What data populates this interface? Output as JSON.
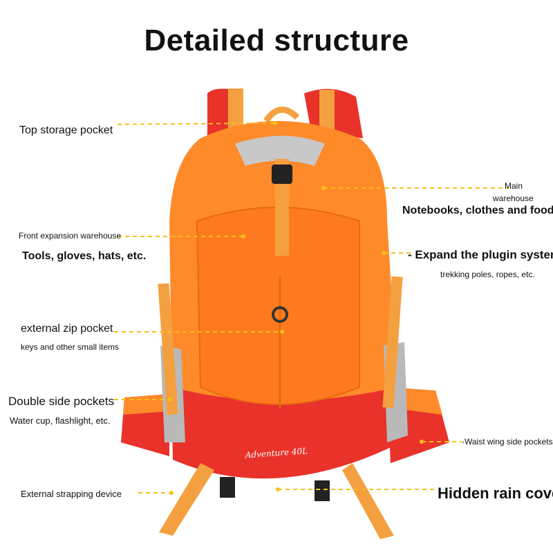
{
  "title": "Detailed structure",
  "product": {
    "name": "hiking backpack",
    "model_text": "Adventure 40L",
    "colors": {
      "main": "#ff8a2a",
      "accent": "#e8322a",
      "strap": "#f5a040",
      "gray": "#b9b9b9",
      "leader": "#f2c21b"
    }
  },
  "labels": {
    "top_pocket": "Top storage pocket",
    "main_warehouse_1": "Main",
    "main_warehouse_2": "warehouse",
    "main_warehouse_sub": "Notebooks, clothes and food",
    "front_expansion": "Front expansion warehouse",
    "front_expansion_sub": "Tools, gloves, hats, etc.",
    "plugin_system": "- Expand the plugin system",
    "plugin_system_sub": "trekking poles, ropes, etc.",
    "zip_pocket": "external zip pocket",
    "zip_pocket_sub": "keys and other small items",
    "side_pockets": "Double side pockets",
    "side_pockets_sub": "Water cup, flashlight, etc.",
    "waist_wing": "-Waist wing side pockets",
    "strapping": "External strapping device",
    "rain_cover": "Hidden rain cover"
  }
}
